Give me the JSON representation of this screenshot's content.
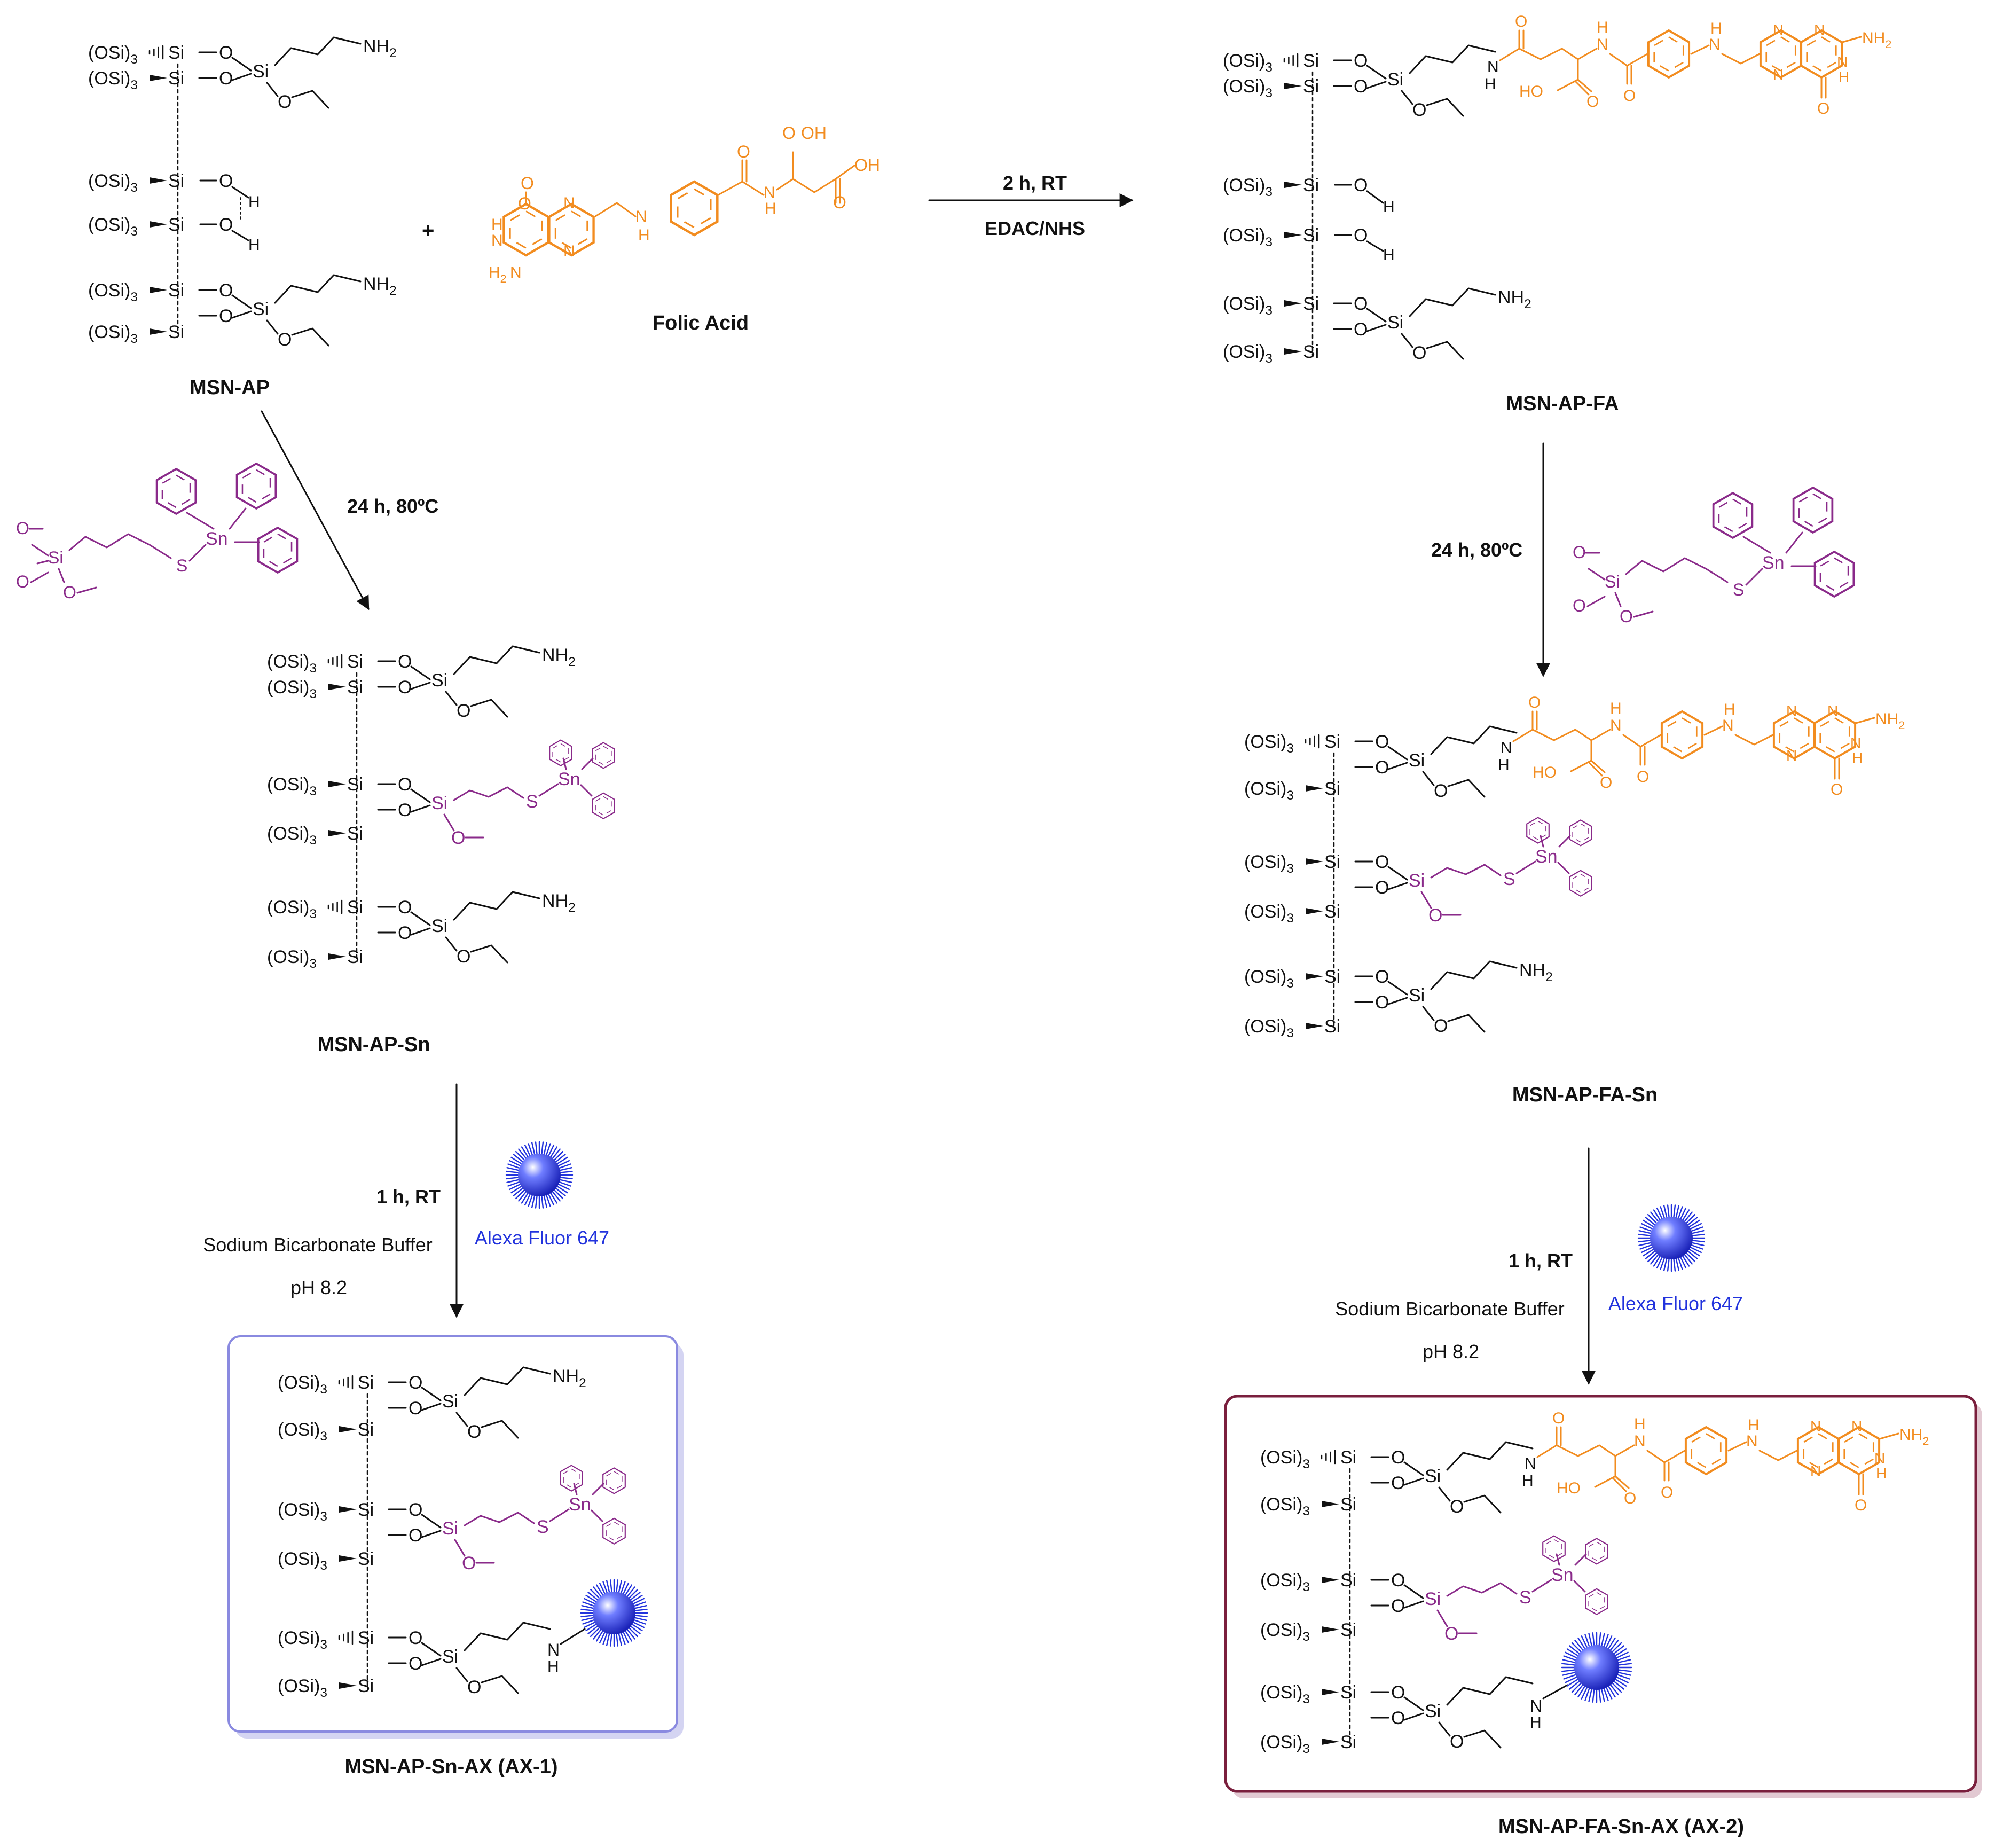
{
  "surface": {
    "si": "Si",
    "o": "O",
    "osi": "(OSi)",
    "sub3": "3",
    "h": "H",
    "s": "S",
    "sn": "Sn",
    "nh2": "NH",
    "sub2": "2",
    "n": "N",
    "hooh_oh": "OH",
    "hoo": "HO"
  },
  "reagents": {
    "folic_acid_name": "Folic Acid"
  },
  "compounds": {
    "msn_ap": "MSN-AP",
    "msn_ap_fa": "MSN-AP-FA",
    "msn_ap_sn": "MSN-AP-Sn",
    "msn_ap_fa_sn": "MSN-AP-FA-Sn",
    "ax1": "MSN-AP-Sn-AX (AX-1)",
    "ax2": "MSN-AP-FA-Sn-AX (AX-2)"
  },
  "conditions": {
    "plus": "+",
    "step1_time": "2 h, RT",
    "step1_reagent": "EDAC/NHS",
    "step2_left": "24 h, 80ºC",
    "step2_right": "24 h, 80ºC",
    "step3_time": "1 h, RT",
    "step3_buffer": "Sodium Bicarbonate Buffer",
    "step3_ph": "pH 8.2",
    "dye_name": "Alexa Fluor 647"
  },
  "colors": {
    "ink": "#111111",
    "folate": "#f28c1f",
    "tin": "#8a2a8a",
    "dye": "#2233dd",
    "box_left": "#8a8ae0",
    "box_left_shadow": "#d4d4f2",
    "box_right": "#7a1f3d",
    "box_right_shadow": "#e2c9d2"
  }
}
